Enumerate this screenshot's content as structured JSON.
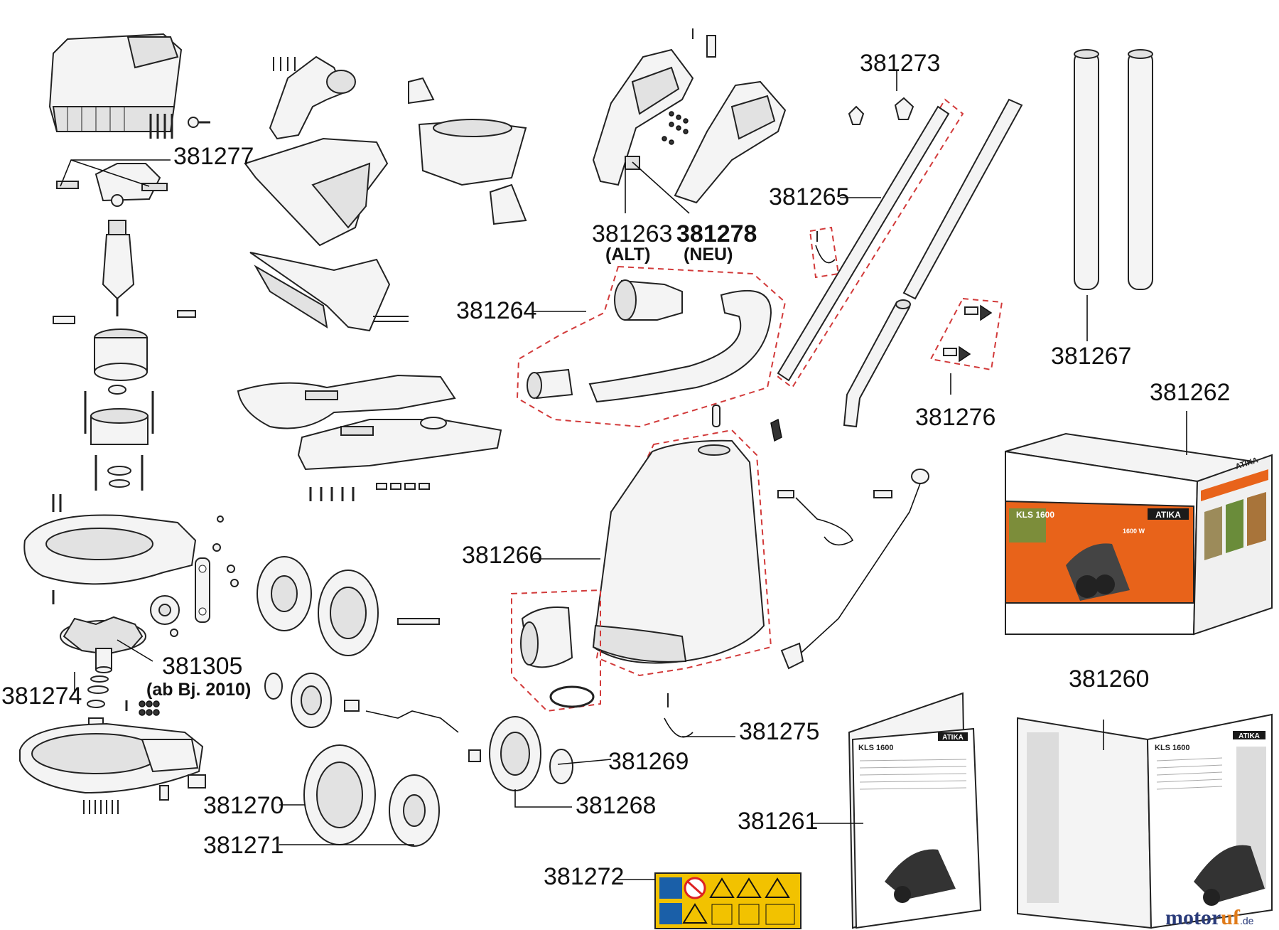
{
  "labels": {
    "p381277": "381277",
    "p381273": "381273",
    "p381265": "381265",
    "p381263": "381263",
    "p381263_note": "(ALT)",
    "p381278": "381278",
    "p381278_note": "(NEU)",
    "p381264": "381264",
    "p381267": "381267",
    "p381276": "381276",
    "p381262": "381262",
    "p381266": "381266",
    "p381305": "381305",
    "p381305_note": "(ab Bj. 2010)",
    "p381274": "381274",
    "p381260": "381260",
    "p381275": "381275",
    "p381269": "381269",
    "p381268": "381268",
    "p381270": "381270",
    "p381271": "381271",
    "p381261": "381261",
    "p381272": "381272"
  },
  "box": {
    "brand": "ATIKA",
    "model": "KLS 1600",
    "power": "1600 W"
  },
  "manuals": {
    "brand": "ATIKA",
    "model": "KLS 1600"
  },
  "watermark": {
    "part1": "motor",
    "part2": "uf",
    "suffix": ".de"
  },
  "colors": {
    "dashed_group": "#d23a3a",
    "box_orange": "#e8631a",
    "warning_yellow": "#f2c200"
  }
}
